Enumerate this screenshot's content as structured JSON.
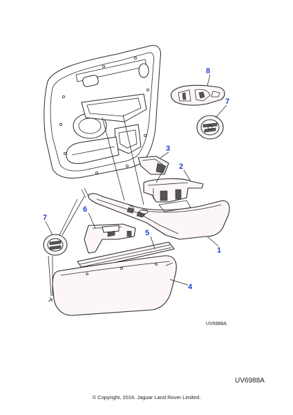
{
  "diagram": {
    "callouts": {
      "c1": "1",
      "c2": "2",
      "c3": "3",
      "c4": "4",
      "c5": "5",
      "c6": "6",
      "c7a": "7",
      "c7b": "7",
      "c8": "8"
    },
    "inner_ref": "UV6988A",
    "footer_ref": "UV6988A",
    "copyright": "© Copyright, 2016. Jaguar Land Rover Limited.",
    "callout_color": "#1f3fd1"
  }
}
